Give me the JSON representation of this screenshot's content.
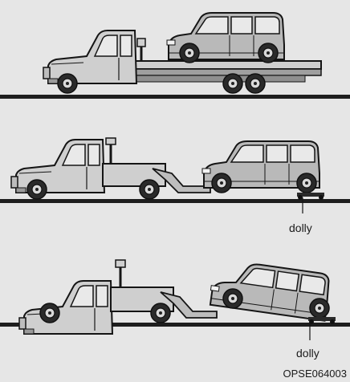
{
  "scenes": [
    {
      "name": "flatbed",
      "label": ""
    },
    {
      "name": "wheel-lift-front",
      "label": "dolly"
    },
    {
      "name": "wheel-lift-rear",
      "label": "dolly"
    }
  ],
  "figure_code": "OPSE064003",
  "colors": {
    "background": "#e6e6e6",
    "ground": "#1e1e1e",
    "truck_body": "#cfcfcf",
    "car_body": "#b9b9b9",
    "outline": "#151515",
    "wheel": "#2a2a2a"
  }
}
